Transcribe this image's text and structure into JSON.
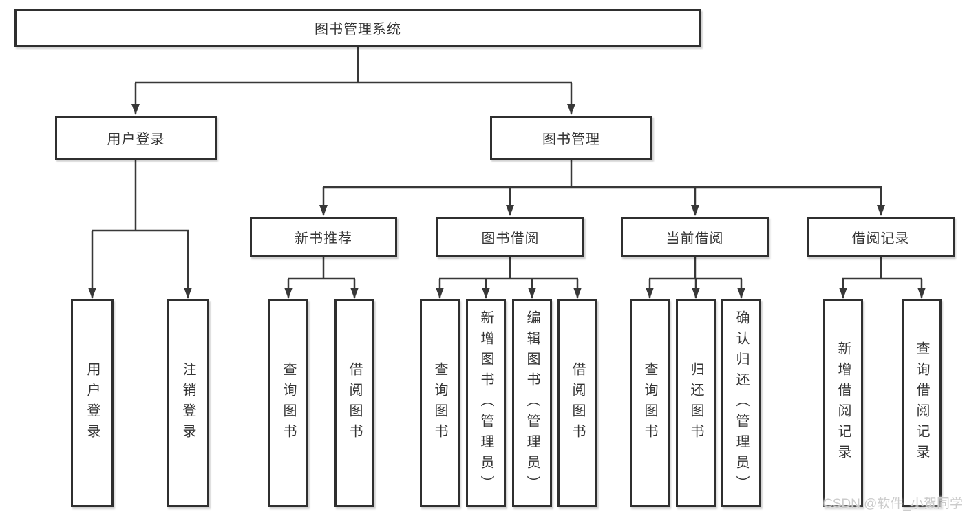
{
  "root": {
    "label": "图书管理系统"
  },
  "branches": {
    "user": {
      "label": "用户登录",
      "children": [
        "用户登录",
        "注销登录"
      ]
    },
    "books": {
      "label": "图书管理",
      "groups": [
        {
          "label": "新书推荐",
          "children": [
            "查询图书",
            "借阅图书"
          ]
        },
        {
          "label": "图书借阅",
          "children": [
            "查询图书",
            "新增图书（管理员）",
            "编辑图书（管理员）",
            "借阅图书"
          ]
        },
        {
          "label": "当前借阅",
          "children": [
            "查询图书",
            "归还图书",
            "确认归还（管理员）"
          ]
        },
        {
          "label": "借阅记录",
          "children": [
            "新增借阅记录",
            "查询借阅记录"
          ]
        }
      ]
    }
  },
  "watermark": "CSDN @软件_小贺同学",
  "style": {
    "line_color": "#383838",
    "box_border_color": "#2f2f2f",
    "box_fill_color": "#ffffff",
    "text_color": "#353535",
    "watermark_color": "#cbcbcb"
  }
}
